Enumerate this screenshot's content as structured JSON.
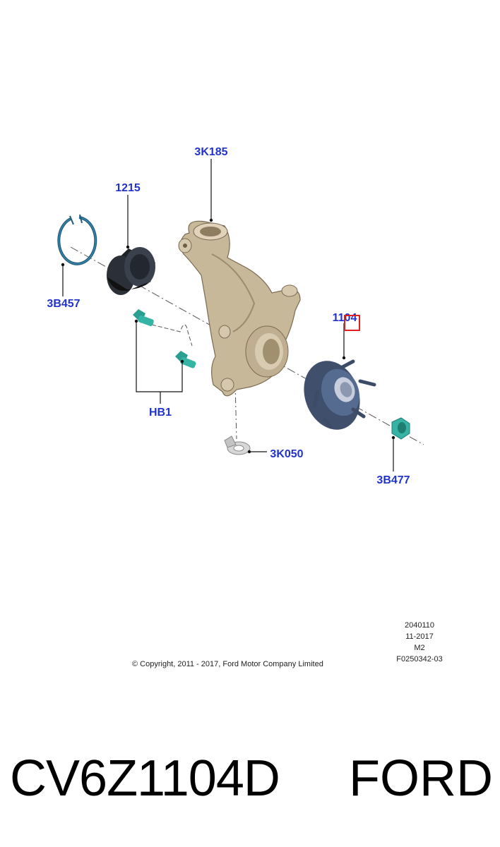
{
  "callouts": {
    "knuckle": "3K185",
    "bearing": "1215",
    "snap_ring": "3B457",
    "hub": "1104",
    "bolts": "HB1",
    "washer": "3K050",
    "nut": "3B477"
  },
  "meta": {
    "code": "2040110",
    "date": "11-2017",
    "variant": "M2",
    "figure": "F0250342-03"
  },
  "copyright": "© Copyright, 2011 - 2017, Ford Motor Company Limited",
  "part_number": "CV6Z1104D",
  "brand": "FORD",
  "colors": {
    "callout": "#2233cc",
    "knuckle": "#c8b89a",
    "bearing": "#2a2f38",
    "hub": "#4d5f80",
    "bolt": "#35b3a4",
    "snap_ring": "#1f5c7a",
    "highlight": "#e02020"
  }
}
